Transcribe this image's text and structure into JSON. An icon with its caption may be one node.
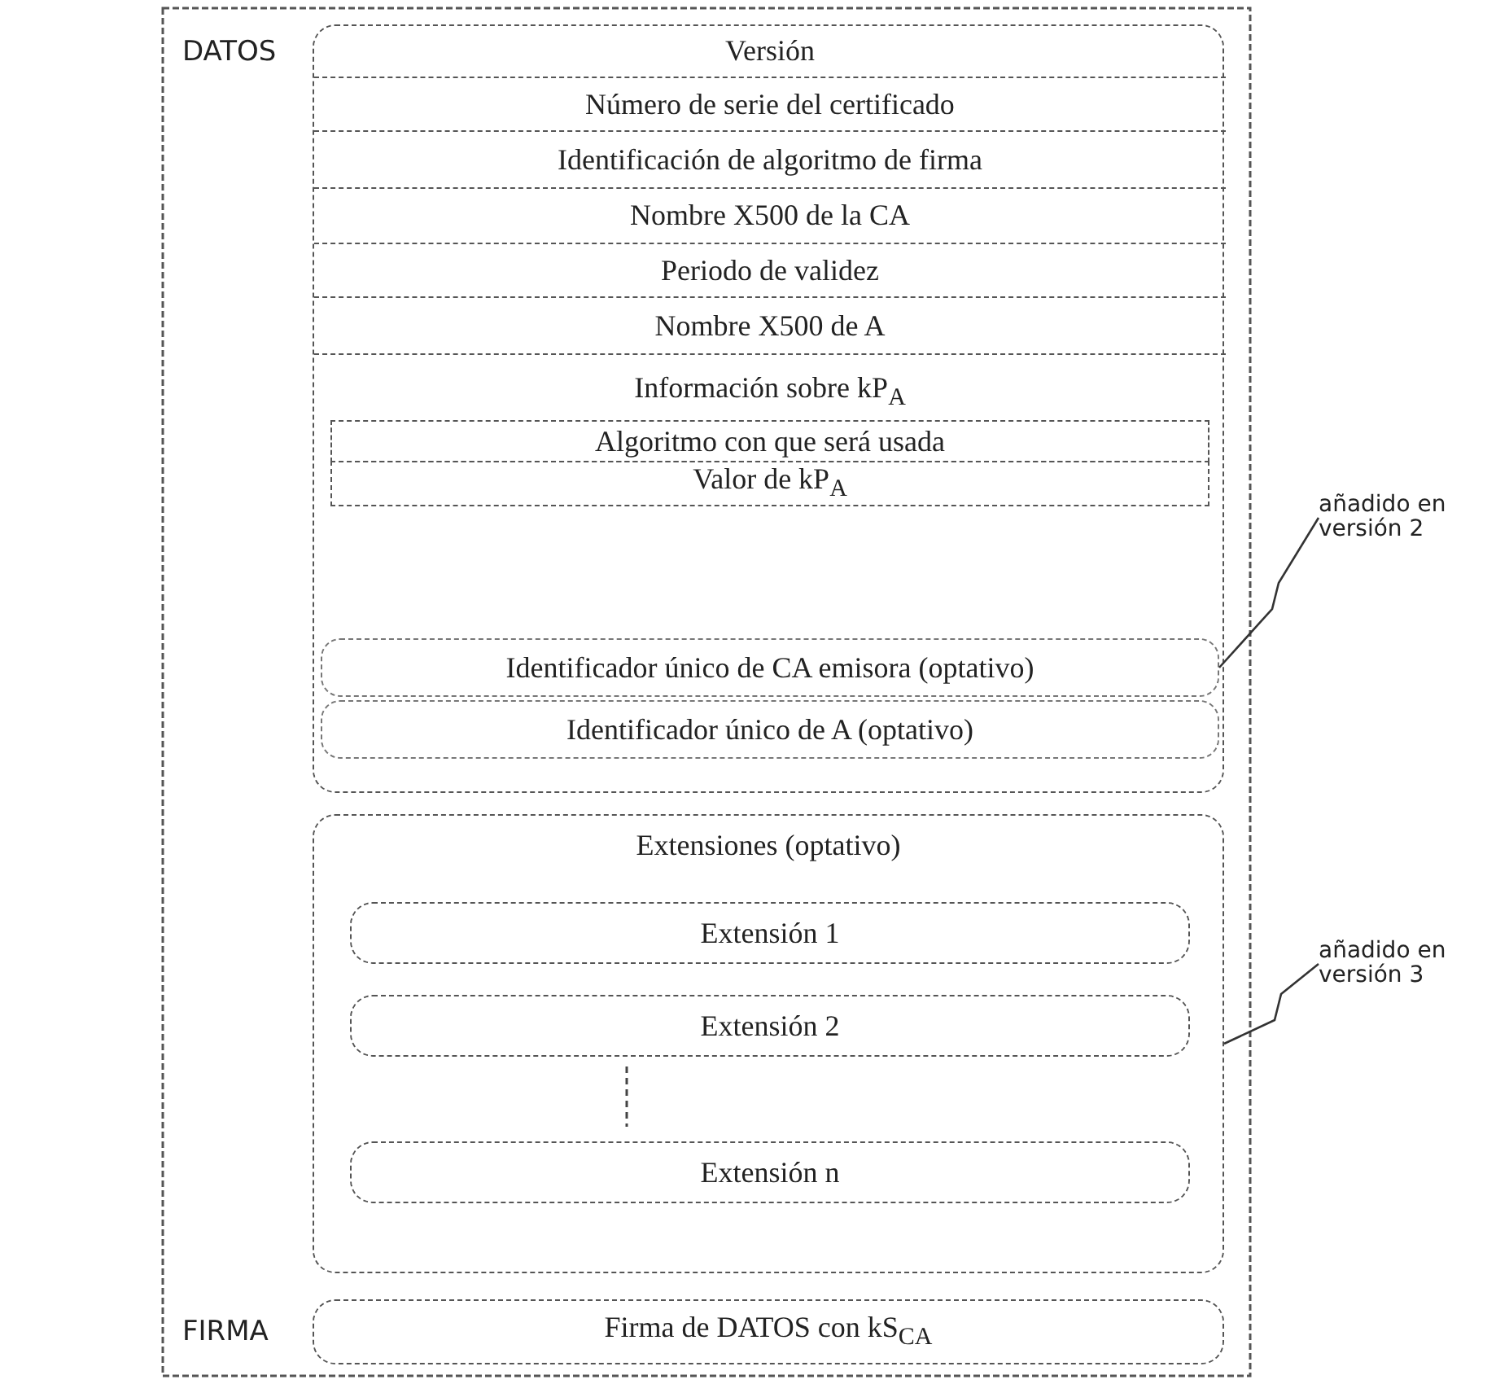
{
  "diagram": {
    "nodes": [
      {
        "text": [],
        "shape": "box"
      },
      {
        "text": [
          "Versión"
        ],
        "in": 0
      },
      {
        "text": [
          "Número de serie del certificado"
        ],
        "in": 0
      },
      {
        "text": [
          "Identificación de algoritmo de firma"
        ],
        "in": 0
      },
      {
        "text": [
          "Nombre X500 de la CA"
        ],
        "in": 0
      },
      {
        "text": [
          "Periodo de validez"
        ],
        "in": 0
      },
      {
        "text": [
          "Nombre X500 de A"
        ],
        "in": 0
      },
      {
        "text": [
          "Información sobre kP$_{A}$"
        ],
        "in": 0
      },
      {
        "text": [
          "Algoritmo con que será usada"
        ],
        "in": 7
      },
      {
        "text": [
          "Valor de kP$_{A}$"
        ],
        "in": 7
      },
      {
        "text": [
          "Identificador único de CA emisora (optativo)"
        ],
        "in": 0
      },
      {
        "text": [
          "Identificador único de A (optativo)"
        ],
        "in": 0
      },
      {
        "text": [
          "Extensiones (optativo)"
        ]
      },
      {
        "text": [
          "Extensión 1"
        ],
        "in": 12
      },
      {
        "text": [
          "Extensión 2"
        ],
        "in": 12
      },
      {
        "text": [
          "Extensión n"
        ],
        "in": 12
      },
      {
        "text": [
          "Firma de DATOS con kS$_{CA}$"
        ]
      },
      {
        "text": [
          "añadido en versión 2"
        ]
      },
      {
        "text": [
          "añadido en versión 3"
        ]
      }
    ],
    "edges": [
      {
        "from": 17,
        "to": 10,
        "arrow": "none"
      },
      {
        "from": 18,
        "to": 12,
        "arrow": "none"
      }
    ],
    "labels": [
      "DATOS",
      "FIRMA"
    ]
  }
}
